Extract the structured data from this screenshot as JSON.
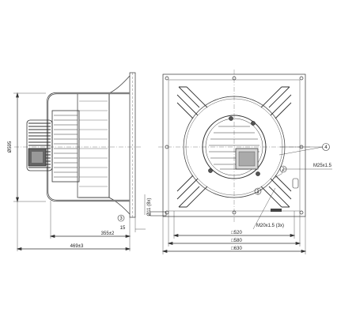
{
  "side_view": {
    "dim_diameter": "Ø595",
    "dim_length_1": "355±2",
    "dim_length_2": "469±3",
    "dim_thickness": "15",
    "dim_hole": "Ø11 (8x)",
    "balloon_3": "3"
  },
  "front_view": {
    "dim_square_1": "□520",
    "dim_square_2": "□580",
    "dim_square_3": "□630",
    "callout_thread_1": "M25x1.5",
    "callout_thread_2": "M20x1.5 (3x)",
    "balloon_1": "1",
    "balloon_2": "2",
    "balloon_4": "4"
  }
}
